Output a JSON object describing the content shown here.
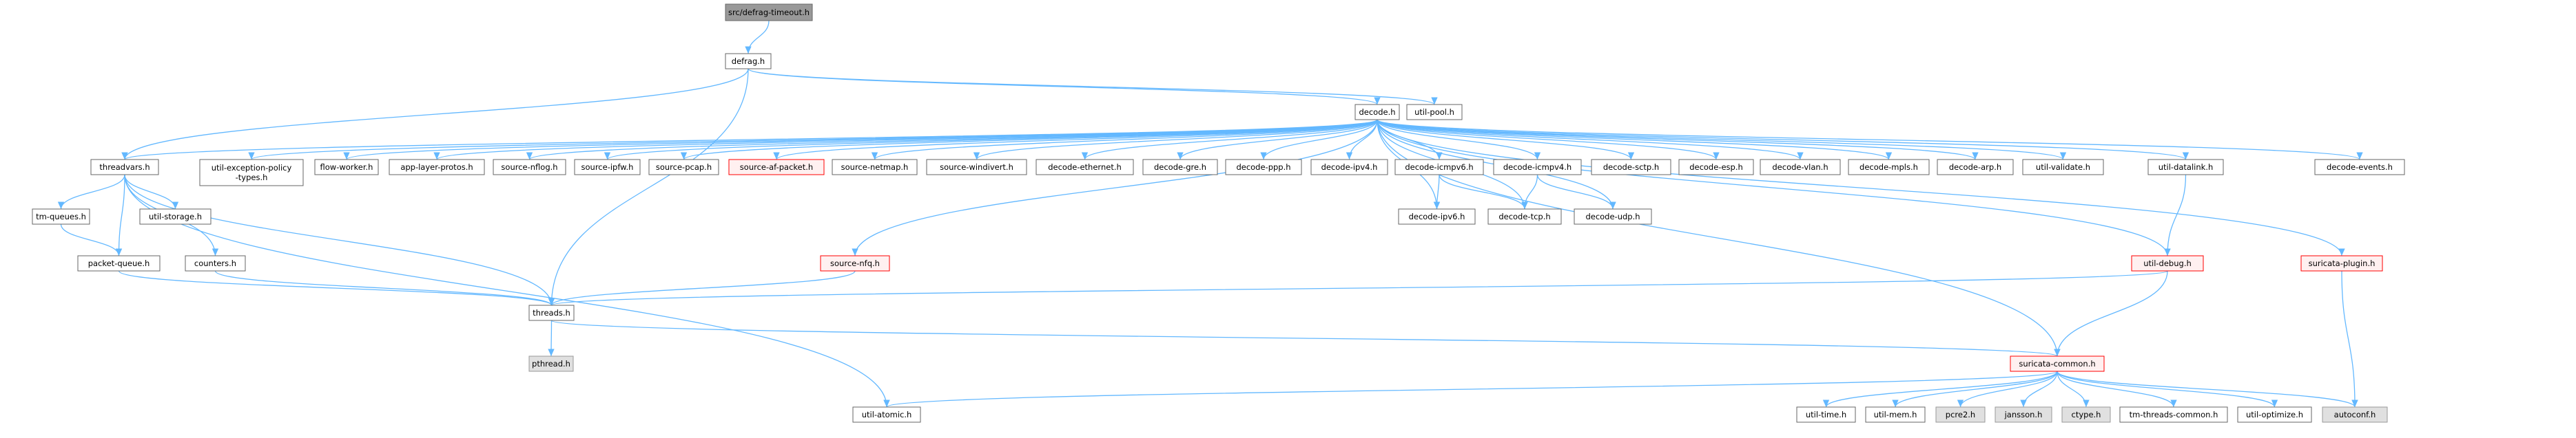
{
  "colors": {
    "edge": "#63b8ff",
    "node_fill": "#ffffff",
    "node_stroke": "#666666",
    "root_fill": "#999999",
    "root_stroke": "#666666",
    "red_stroke": "#ff0000",
    "red_fill": "#fff0f0",
    "gray_fill": "#e0e0e0",
    "gray_stroke": "#999999"
  },
  "nodes": {
    "root": {
      "label": "src/defrag-timeout.h"
    },
    "defrag": {
      "label": "defrag.h"
    },
    "decode": {
      "label": "decode.h"
    },
    "utilpool": {
      "label": "util-pool.h"
    },
    "threadvars": {
      "label": "threadvars.h"
    },
    "utilexc": {
      "label": [
        "util-exception-policy",
        "-types.h"
      ]
    },
    "flowworker": {
      "label": "flow-worker.h"
    },
    "applayer": {
      "label": "app-layer-protos.h"
    },
    "srcnflog": {
      "label": "source-nflog.h"
    },
    "srcipfw": {
      "label": "source-ipfw.h"
    },
    "srcpcap": {
      "label": "source-pcap.h"
    },
    "srcafp": {
      "label": "source-af-packet.h"
    },
    "srcnetmap": {
      "label": "source-netmap.h"
    },
    "srcwindivert": {
      "label": "source-windivert.h"
    },
    "decether": {
      "label": "decode-ethernet.h"
    },
    "decgre": {
      "label": "decode-gre.h"
    },
    "decppp": {
      "label": "decode-ppp.h"
    },
    "decipv4": {
      "label": "decode-ipv4.h"
    },
    "decicmpv6": {
      "label": "decode-icmpv6.h"
    },
    "decicmpv4": {
      "label": "decode-icmpv4.h"
    },
    "decsctp": {
      "label": "decode-sctp.h"
    },
    "decesp": {
      "label": "decode-esp.h"
    },
    "decvlan": {
      "label": "decode-vlan.h"
    },
    "decmpls": {
      "label": "decode-mpls.h"
    },
    "decarp": {
      "label": "decode-arp.h"
    },
    "utilvalidate": {
      "label": "util-validate.h"
    },
    "utildatalink": {
      "label": "util-datalink.h"
    },
    "decevents": {
      "label": "decode-events.h"
    },
    "tmqueues": {
      "label": "tm-queues.h"
    },
    "utilstorage": {
      "label": "util-storage.h"
    },
    "decipv6": {
      "label": "decode-ipv6.h"
    },
    "dectcp": {
      "label": "decode-tcp.h"
    },
    "decudp": {
      "label": "decode-udp.h"
    },
    "packetqueue": {
      "label": "packet-queue.h"
    },
    "counters": {
      "label": "counters.h"
    },
    "srcnfq": {
      "label": "source-nfq.h"
    },
    "utildebug": {
      "label": "util-debug.h"
    },
    "suriplugin": {
      "label": "suricata-plugin.h"
    },
    "threads": {
      "label": "threads.h"
    },
    "pthread": {
      "label": "pthread.h"
    },
    "suricommon": {
      "label": "suricata-common.h"
    },
    "utilatomic": {
      "label": "util-atomic.h"
    },
    "utiltime": {
      "label": "util-time.h"
    },
    "utilmem": {
      "label": "util-mem.h"
    },
    "pcre2": {
      "label": "pcre2.h"
    },
    "jansson": {
      "label": "jansson.h"
    },
    "ctype": {
      "label": "ctype.h"
    },
    "tmthreads": {
      "label": "tm-threads-common.h"
    },
    "utiloptimize": {
      "label": "util-optimize.h"
    },
    "autoconf": {
      "label": "autoconf.h"
    }
  }
}
